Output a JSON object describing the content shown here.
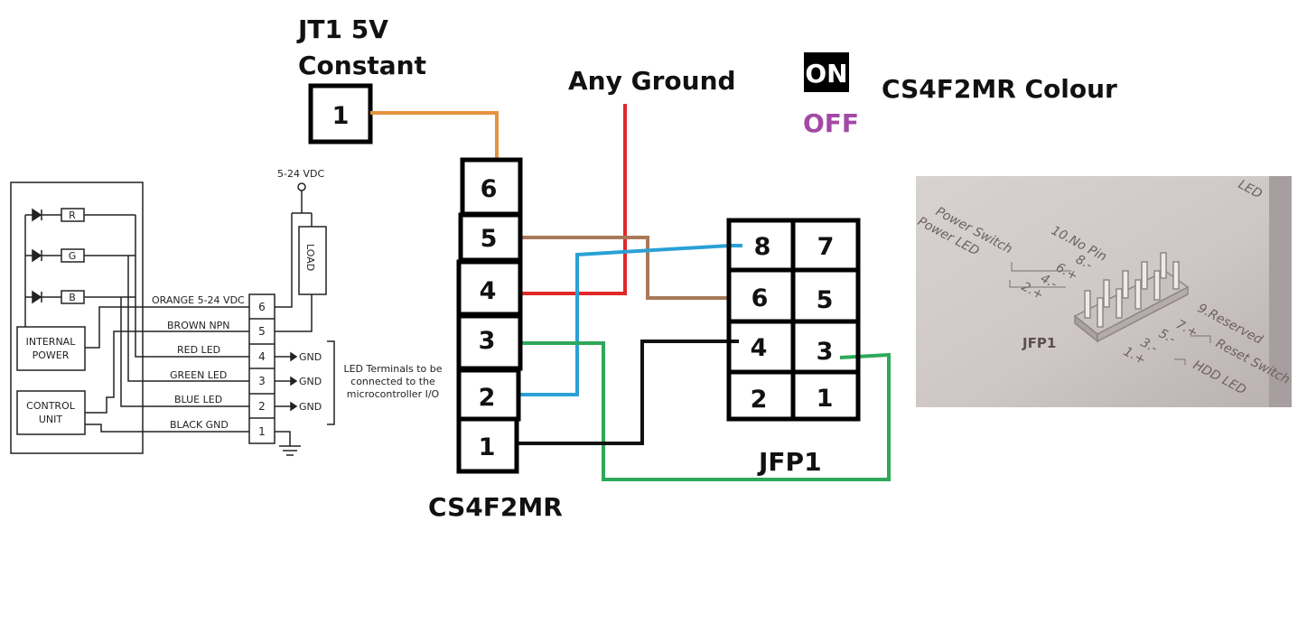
{
  "labels": {
    "jt1_line1": "JT1 5V",
    "jt1_line2": "Constant",
    "any_ground": "Any Ground",
    "on": "ON",
    "off": "OFF",
    "colour_title": "CS4F2MR Colour",
    "cs4f2mr": "CS4F2MR",
    "jfp1": "JFP1"
  },
  "colors": {
    "orange": "#e6913f",
    "red": "#e0282a",
    "brown": "#a8795a",
    "blue": "#2aa0d6",
    "green": "#2ea85a",
    "black": "#111111",
    "off_purple": "#a349a4"
  },
  "jt1_pin": "1",
  "cs4f2mr_pins": [
    "6",
    "5",
    "4",
    "3",
    "2",
    "1"
  ],
  "jfp1_pins": [
    "8",
    "7",
    "6",
    "5",
    "4",
    "3",
    "2",
    "1"
  ],
  "schematic": {
    "supply": "5-24 VDC",
    "load": "LOAD",
    "led_r": "R",
    "led_g": "G",
    "led_b": "B",
    "internal_power_1": "INTERNAL",
    "internal_power_2": "POWER",
    "control_unit_1": "CONTROL",
    "control_unit_2": "UNIT",
    "wires": [
      "ORANGE 5-24 VDC",
      "BROWN NPN",
      "RED LED",
      "GREEN LED",
      "BLUE LED",
      "BLACK GND"
    ],
    "terminals": [
      "6",
      "5",
      "4",
      "3",
      "2",
      "1"
    ],
    "gnd": "GND",
    "note": [
      "LED Terminals to be",
      "connected to the",
      "microcontroller I/O"
    ]
  },
  "photo": {
    "power_switch": "Power Switch",
    "power_led": "Power LED",
    "no_pin": "10.No Pin",
    "p8": "8.-",
    "p6": "6.+",
    "p4": "4.-",
    "p2": "2.+",
    "reserved": "9.Reserved",
    "p7": "7.+",
    "p5": "5.-",
    "p3": "3.-",
    "p1": "1.+",
    "reset_switch": "Reset Switch",
    "hdd_led": "HDD LED",
    "jfp1": "JFP1",
    "led_top": "LED"
  }
}
